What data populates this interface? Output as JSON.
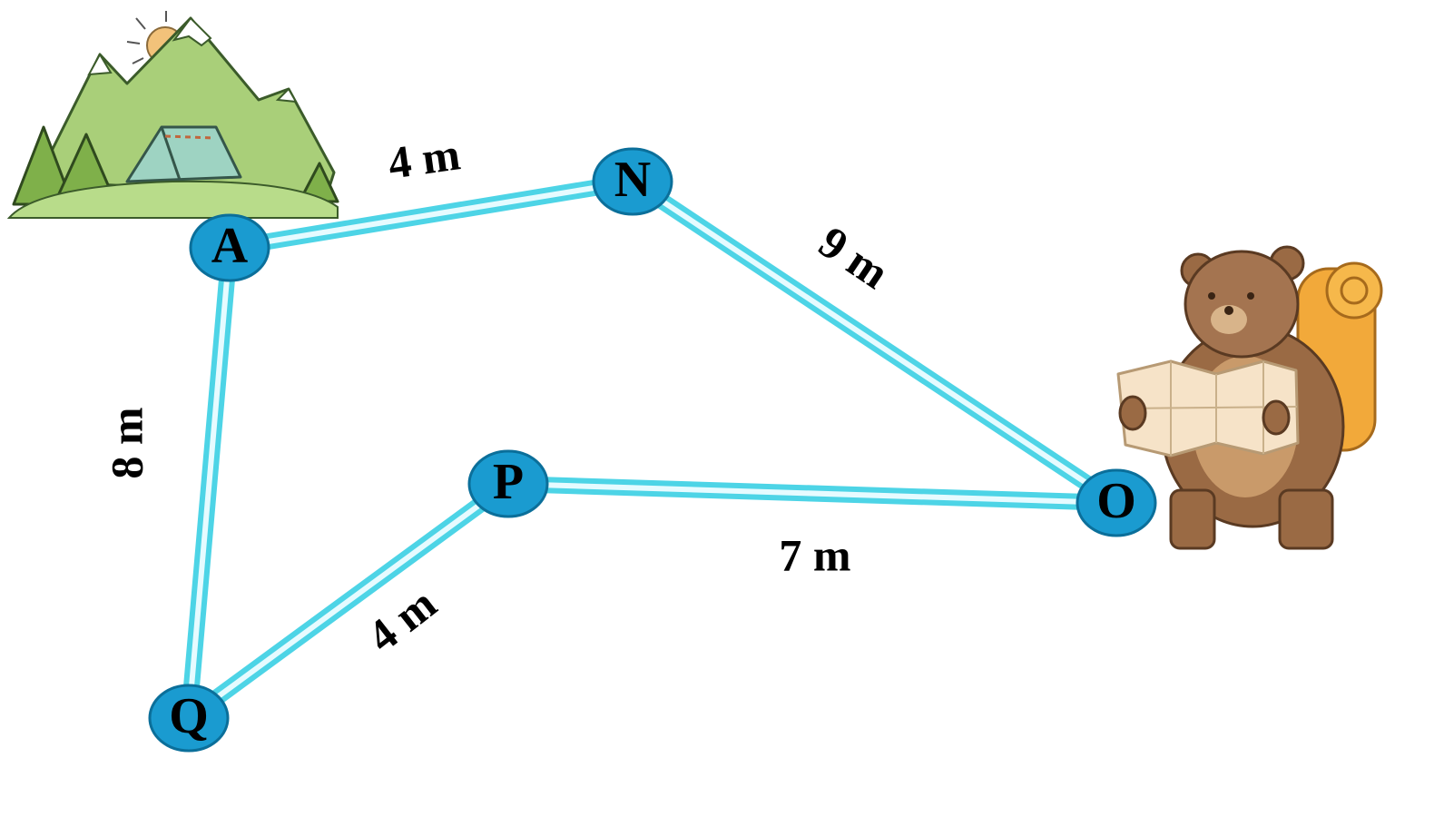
{
  "diagram": {
    "nodes": [
      {
        "id": "A",
        "label": "A"
      },
      {
        "id": "N",
        "label": "N"
      },
      {
        "id": "O",
        "label": "O"
      },
      {
        "id": "P",
        "label": "P"
      },
      {
        "id": "Q",
        "label": "Q"
      }
    ],
    "edges": [
      {
        "from": "A",
        "to": "N",
        "label": "4 m"
      },
      {
        "from": "N",
        "to": "O",
        "label": "9 m"
      },
      {
        "from": "O",
        "to": "P",
        "label": "7 m"
      },
      {
        "from": "P",
        "to": "Q",
        "label": "4 m"
      },
      {
        "from": "Q",
        "to": "A",
        "label": "8 m"
      }
    ],
    "colors": {
      "path": "#4dd4e6",
      "path_core": "#e6fbff",
      "node": "#1a9bd0",
      "node_dark": "#0b6f9a"
    },
    "pictures": [
      "camp-scene-icon",
      "bear-hiker-icon"
    ]
  }
}
